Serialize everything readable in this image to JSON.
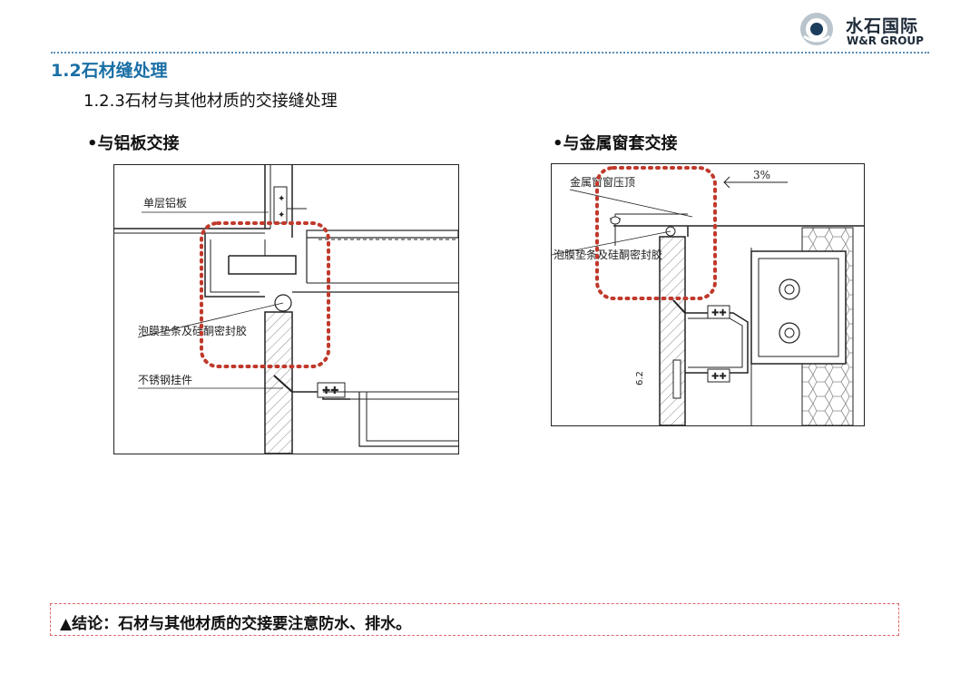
{
  "header": {
    "logo_cn": "水石国际",
    "logo_en": "W&R GROUP"
  },
  "section": {
    "title": "1.2石材缝处理",
    "subtitle": "1.2.3石材与其他材质的交接缝处理"
  },
  "figures": [
    {
      "label": "•与铝板交接",
      "callouts": [
        "单层铝板",
        "泡膜垫条及硅酮密封胶",
        "不锈钢挂件"
      ]
    },
    {
      "label": "•与金属窗套交接",
      "callouts": [
        "金属窗窗压顶",
        "泡膜垫条及硅酮密封胶",
        "3%"
      ]
    }
  ],
  "conclusion": "▲结论：石材与其他材质的交接要注意防水、排水。",
  "colors": {
    "accent": "#1a6fa6",
    "highlight": "#c0392b",
    "note_border": "#e06666"
  }
}
